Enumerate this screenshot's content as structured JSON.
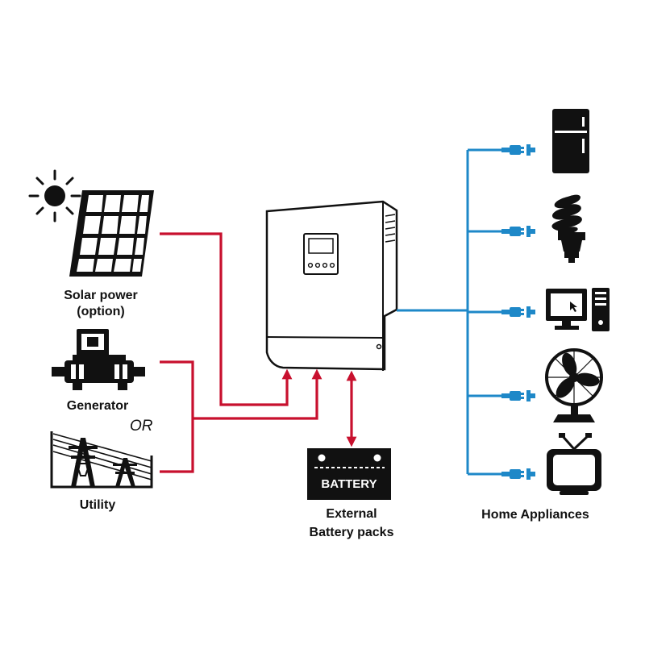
{
  "sources": {
    "solar": {
      "label_line1": "Solar power",
      "label_line2": "(option)"
    },
    "generator": {
      "label": "Generator"
    },
    "or_label": "OR",
    "utility": {
      "label": "Utility"
    }
  },
  "battery": {
    "face_label": "BATTERY",
    "caption_line1": "External",
    "caption_line2": "Battery packs"
  },
  "appliances": {
    "label": "Home Appliances",
    "items": [
      "refrigerator",
      "cfl-bulb",
      "desktop-computer",
      "electric-fan",
      "television"
    ]
  },
  "colors": {
    "input_line": "#c8102e",
    "output_line": "#1e88c8",
    "icon": "#1a1a1a",
    "inverter_body": "#ffffff"
  }
}
